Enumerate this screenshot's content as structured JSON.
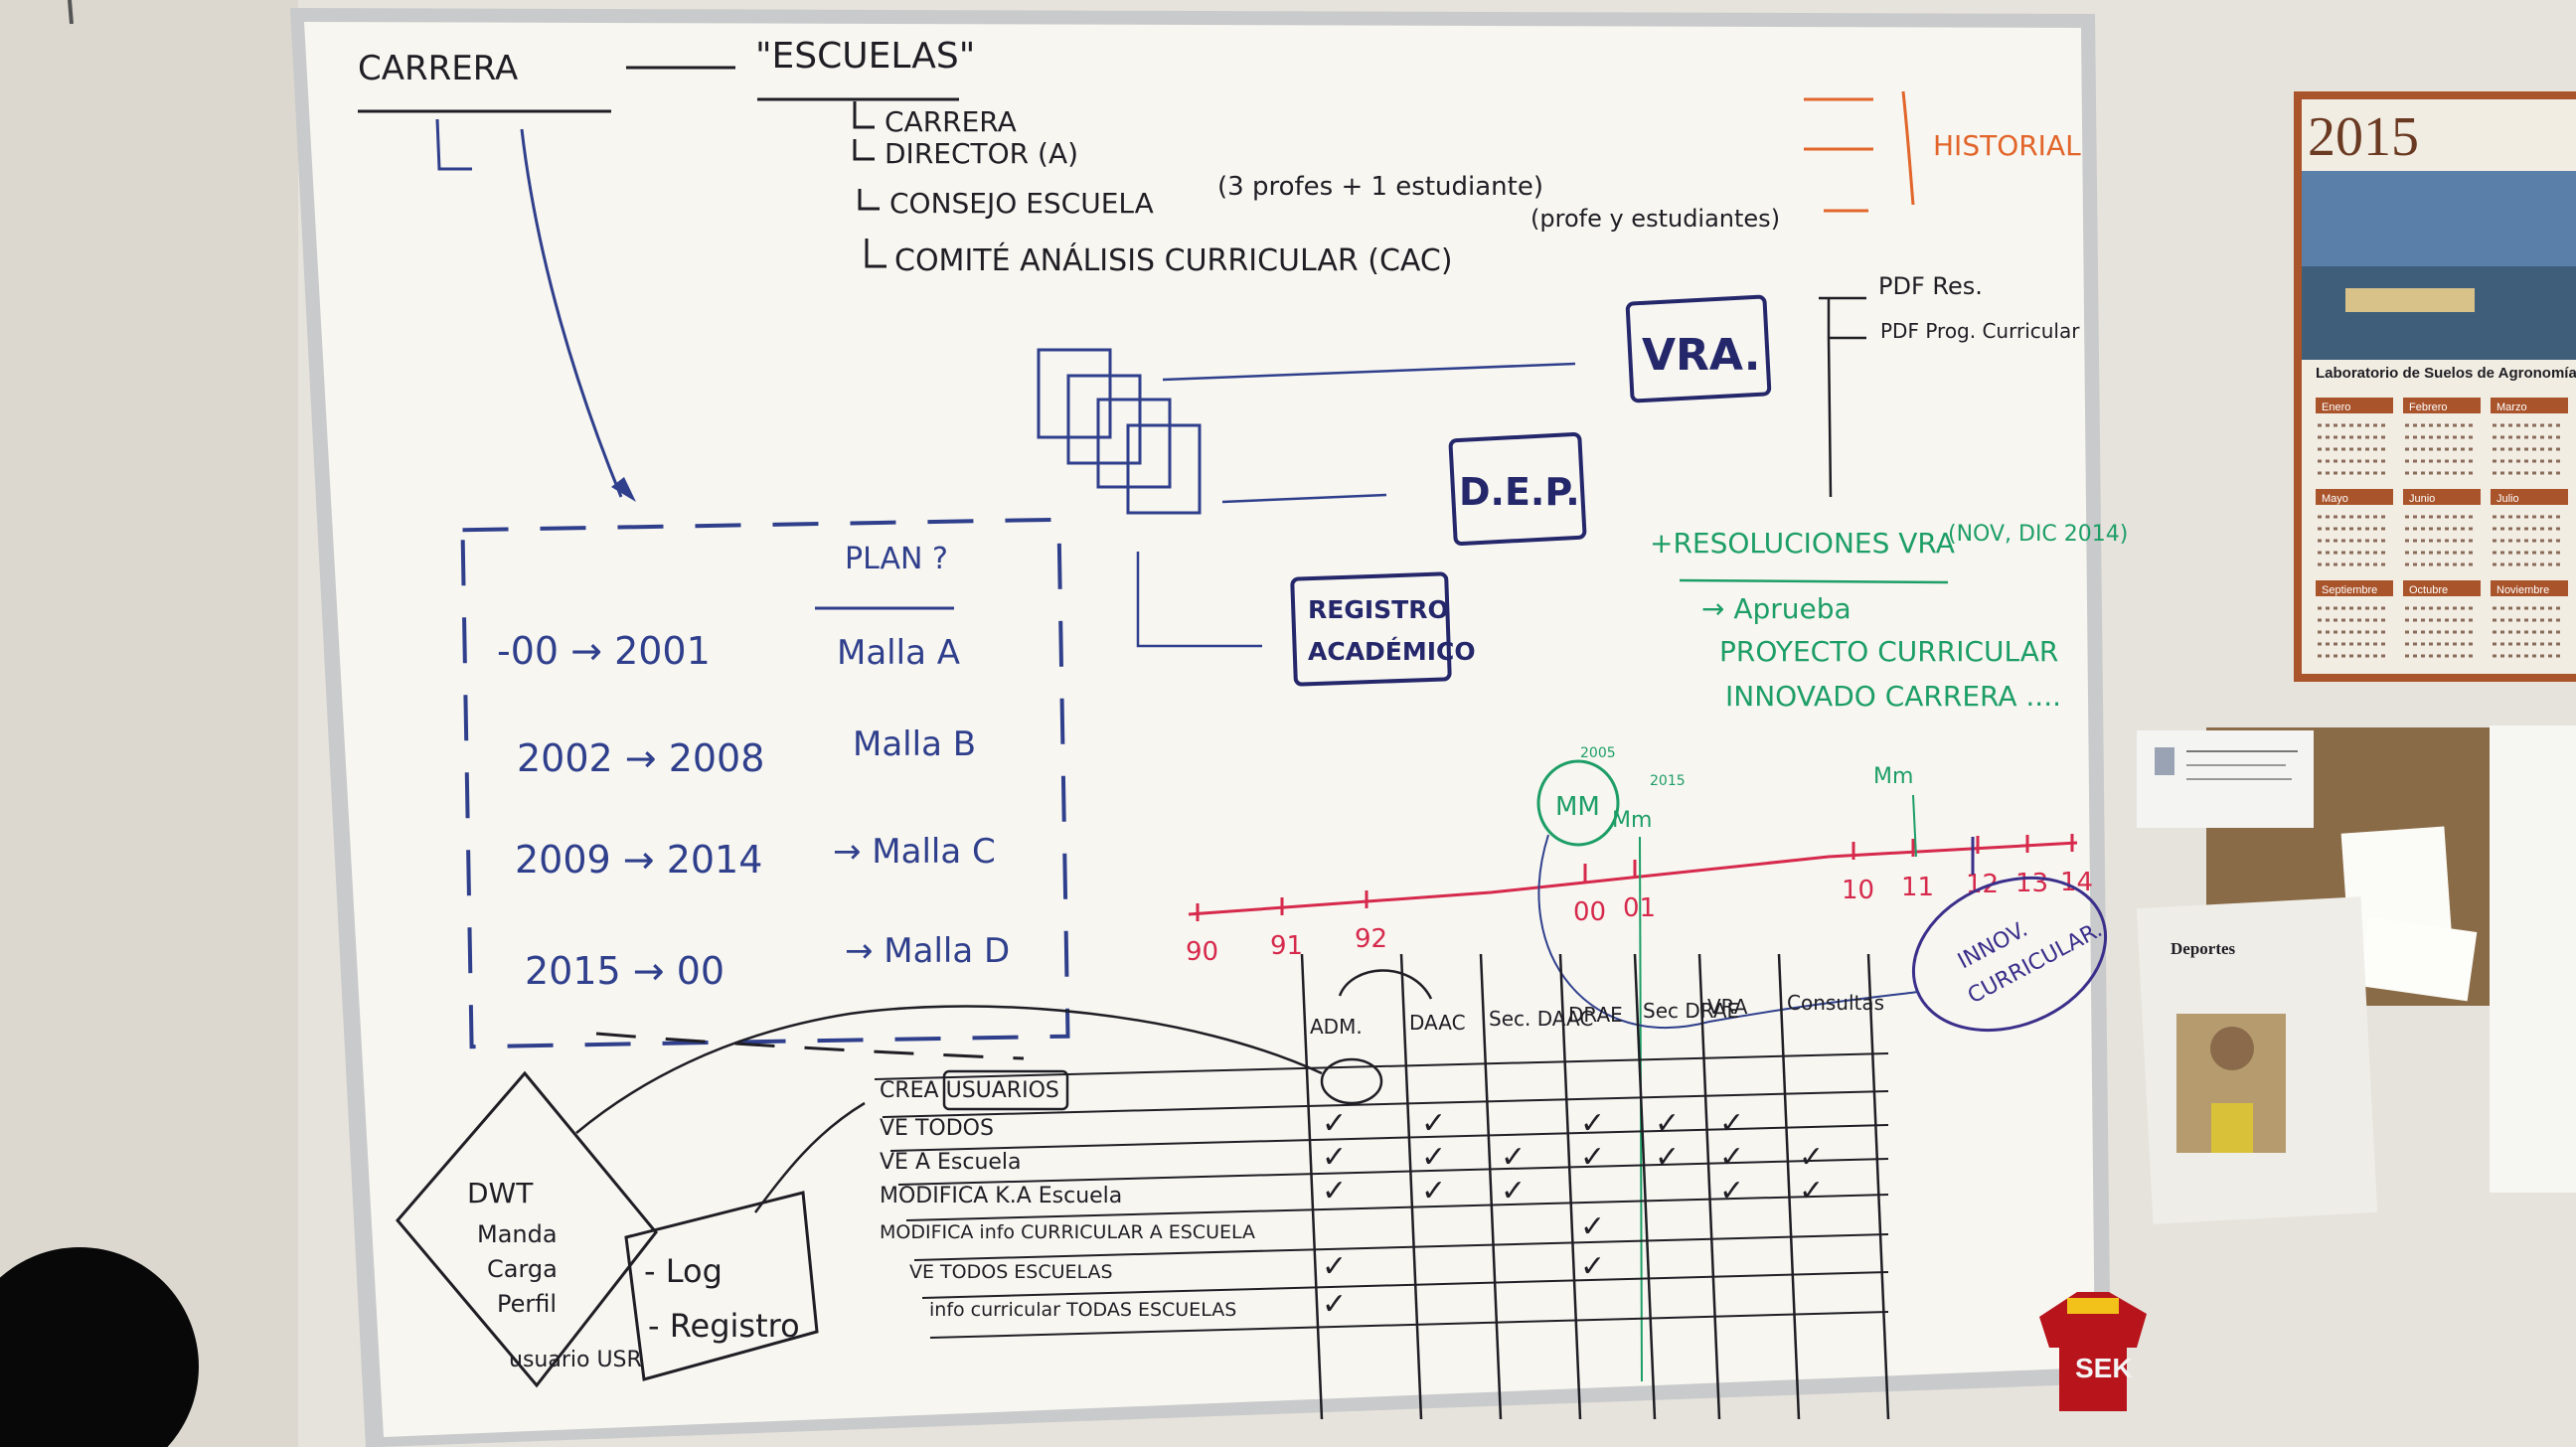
{
  "whiteboard": {
    "header": {
      "title": "CARRERA",
      "tag": "\"ESCUELAS\""
    },
    "hierarchy": [
      "CARRERA",
      "DIRECTOR (A)",
      "CONSEJO ESCUELA",
      "COMITÉ ANÁLISIS CURRICULAR (CAC)"
    ],
    "hierarchy_notes": {
      "consejo": "(3 profes + 1 estudiante)",
      "comite": "(profe y estudiantes)",
      "historial": "HISTORIAL"
    },
    "flow": {
      "vra": "VRA.",
      "dep": "D.E.P.",
      "registro_1": "REGISTRO",
      "registro_2": "ACADÉMICO",
      "pdf_1": "PDF Res.",
      "pdf_2": "PDF Prog. Curricular"
    },
    "resoluciones": {
      "title": "+RESOLUCIONES VRA",
      "date": "(NOV, DIC 2014)",
      "line1": "→ Aprueba",
      "line2": "PROYECTO CURRICULAR",
      "line3": "INNOVADO CARRERA ...."
    },
    "plan_box": {
      "header": "PLAN ?",
      "rows": [
        {
          "range": "-00 → 2001",
          "plan": "Malla A"
        },
        {
          "range": "2002 → 2008",
          "plan": "Malla B"
        },
        {
          "range": "2009 → 2014",
          "plan": "→ Malla C"
        },
        {
          "range": "2015 → 00",
          "plan": "→ Malla D"
        }
      ]
    },
    "timeline": {
      "ticks": [
        "90",
        "91",
        "92",
        "00",
        "01",
        "10",
        "11",
        "12",
        "13",
        "14"
      ],
      "marks": [
        "MM",
        "Mm",
        "Mm"
      ],
      "mark_notes": [
        "2005",
        "2015"
      ],
      "innovacion_1": "INNOV.",
      "innovacion_2": "CURRICULAR."
    },
    "permissions": {
      "columns": [
        "ADM.",
        "DAAC",
        "Sec. DAAC",
        "DRAE",
        "Sec DRAE",
        "VRA",
        "Consultas"
      ],
      "rows": [
        "CREA USUARIOS",
        "VE TODOS",
        "VE A Escuela",
        "MODIFICA K.A Escuela",
        "MODIFICA info CURRICULAR A ESCUELA",
        "VE TODOS ESCUELAS",
        "info curricular TODAS ESCUELAS"
      ],
      "check": "✓"
    },
    "sidebox": {
      "lines": [
        "DWT",
        "Manda",
        "Carga",
        "Perfil"
      ],
      "usuario": "usuario USR"
    },
    "logbox": {
      "line1": "- Log",
      "line2": "- Registro"
    }
  },
  "wall": {
    "calendar": {
      "year": "2015",
      "caption": "Laboratorio de Suelos de Agronomía",
      "months": [
        "Enero",
        "Febrero",
        "Marzo",
        "Mayo",
        "Junio",
        "Julio",
        "Septiembre",
        "Octubre",
        "Noviembre"
      ]
    },
    "newspaper": {
      "section": "Deportes"
    },
    "jersey": {
      "label": "SEK"
    }
  },
  "colors": {
    "board": "#f7f6f1",
    "frame": "#c9cacb",
    "wall": "#e6e3dc",
    "marker_black": "#1e1e24",
    "marker_blue": "#2f3f8c",
    "marker_orange": "#e2652a",
    "marker_green": "#1d9e66",
    "marker_red": "#d6294b",
    "corkboard": "#8a6b47",
    "calendar_border": "#a9542b"
  }
}
